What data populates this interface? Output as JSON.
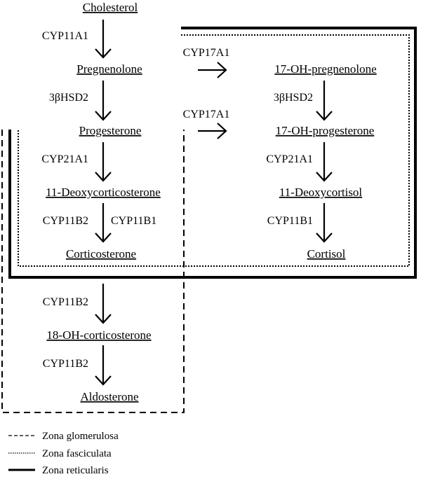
{
  "molecules": {
    "cholesterol": "Cholesterol",
    "pregnenolone": "Pregnenolone",
    "progesterone": "Progesterone",
    "deoxycorticosterone": "11-Deoxycorticosterone",
    "corticosterone": "Corticosterone",
    "oh18_corticosterone": "18-OH-corticosterone",
    "aldosterone": "Aldosterone",
    "oh17_pregnenolone": "17-OH-pregnenolone",
    "oh17_progesterone": "17-OH-progesterone",
    "deoxycortisol": "11-Deoxycortisol",
    "cortisol": "Cortisol"
  },
  "enzymes": {
    "cyp11a1": "CYP11A1",
    "hsd2_left": "3βHSD2",
    "cyp21a1_left": "CYP21A1",
    "cyp11b2_left": "CYP11B2",
    "cyp11b1_left": "CYP11B1",
    "cyp11b2_aldo1": "CYP11B2",
    "cyp11b2_aldo2": "CYP11B2",
    "cyp17a1_top": "CYP17A1",
    "cyp17a1_mid": "CYP17A1",
    "hsd2_right": "3βHSD2",
    "cyp21a1_right": "CYP21A1",
    "cyp11b1_right": "CYP11B1"
  },
  "legend": [
    {
      "label": "Zona glomerulosa",
      "style": "dashed"
    },
    {
      "label": "Zona fasciculata",
      "style": "dotted"
    },
    {
      "label": "Zona reticularis",
      "style": "solid-thick"
    }
  ]
}
